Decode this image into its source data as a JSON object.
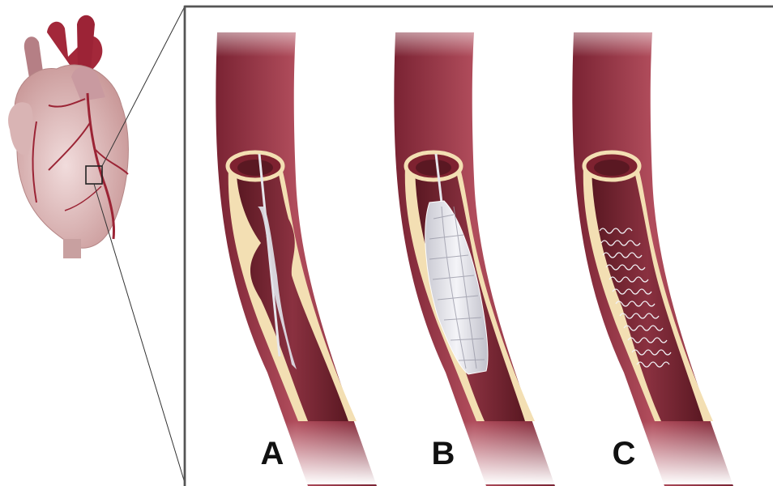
{
  "panels": [
    {
      "label": "A"
    },
    {
      "label": "B"
    },
    {
      "label": "C"
    }
  ],
  "colors": {
    "vessel_wall": "#8b2a3a",
    "vessel_outer": "#b04f5f",
    "lumen": "#6e1f2b",
    "plaque": "#f3dfb3",
    "heart": "#e3c3c3",
    "aorta": "#a3283a",
    "device": "#e8e8ee",
    "frame": "#555555"
  },
  "icons": {
    "heart": "heart-illustration-icon",
    "zoom_box": "zoom-indicator-icon",
    "balloon": "balloon-catheter-icon",
    "stent": "stent-icon"
  }
}
